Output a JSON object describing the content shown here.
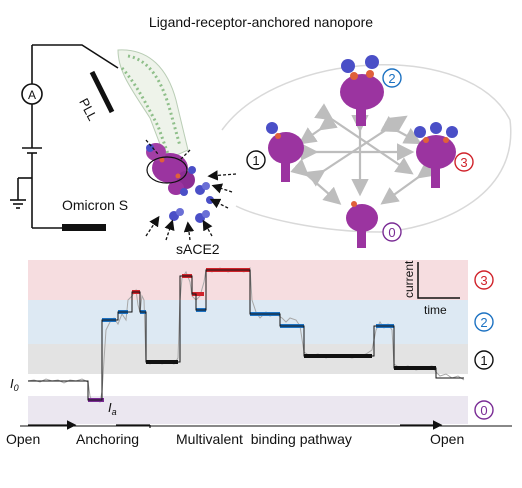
{
  "title": "Ligand-receptor-anchored nanopore",
  "labels": {
    "ammeter": "A",
    "pll": "PLL",
    "omicron": "Omicron S",
    "sace2": "sACE2",
    "current": "current",
    "time": "time",
    "i0_main": "I",
    "i0_sub": "0",
    "ia_main": "I",
    "ia_sub": "a"
  },
  "states": [
    {
      "label": "3",
      "color": "#d0232b"
    },
    {
      "label": "2",
      "color": "#1d72c2"
    },
    {
      "label": "1",
      "color": "#111111"
    },
    {
      "label": "0",
      "color": "#7a2c95"
    }
  ],
  "timeline": [
    "Open",
    "Anchoring",
    "Multivalent  binding pathway",
    "Open"
  ],
  "colors": {
    "band3": "#f6dde0",
    "band2": "#dde9f3",
    "band1": "#e3e3e3",
    "band0": "#ebe7f0",
    "protein": "#9b34a0",
    "ace2": "#4a4fc7",
    "rbd": "#e0603a",
    "pipette_fill": "#eef3ea",
    "pipette_dots": "#8fbf8a"
  }
}
